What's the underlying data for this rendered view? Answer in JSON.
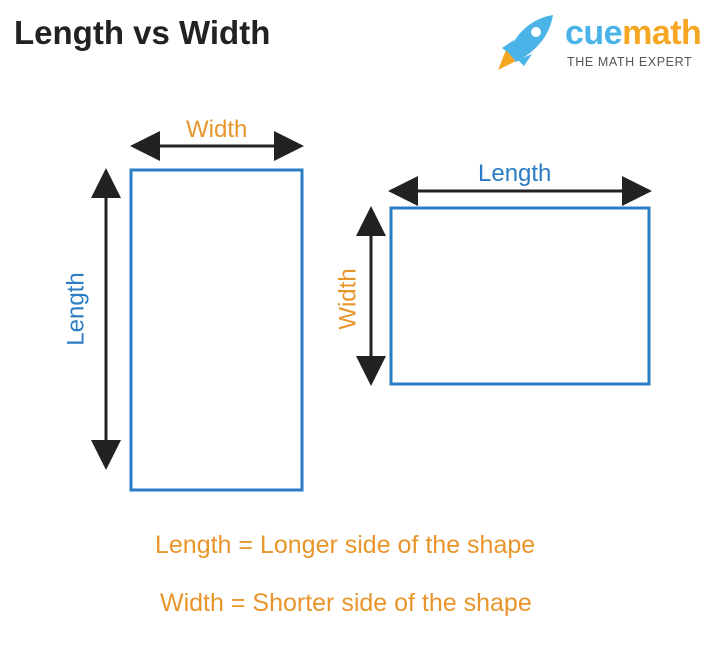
{
  "title": "Length vs Width",
  "logo": {
    "brand_a": "cue",
    "brand_b": "math",
    "tagline": "THE MATH EXPERT"
  },
  "diagram": {
    "left": {
      "width_label": "Width",
      "length_label": "Length"
    },
    "right": {
      "width_label": "Width",
      "length_label": "Length"
    }
  },
  "definitions": [
    "Length = Longer side of the shape",
    "Width = Shorter side of the shape"
  ],
  "colors": {
    "blue": "#2a7cc4",
    "orange": "#e8952b",
    "logo_blue": "#4ab3e8"
  }
}
